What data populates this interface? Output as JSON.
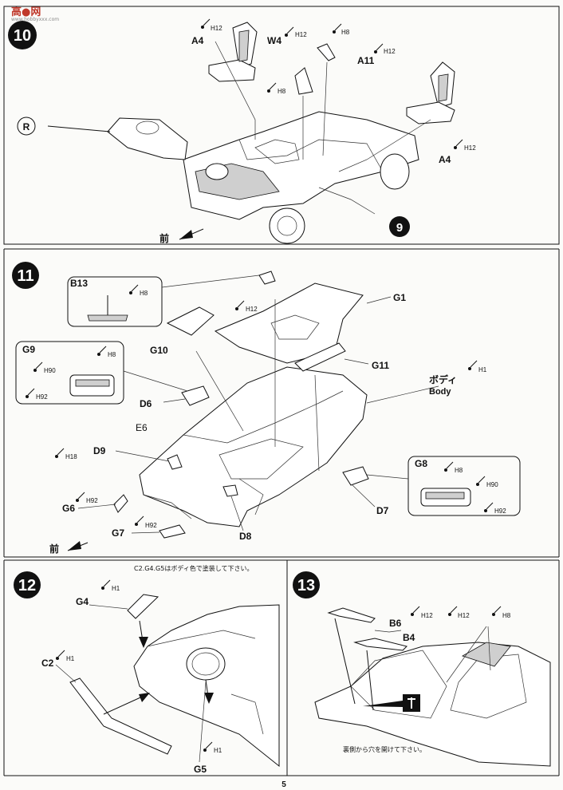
{
  "watermark": {
    "logo": "高●网",
    "url": "www.hobbyxxx.com"
  },
  "page_number": "5",
  "steps": [
    {
      "number": "10",
      "labels": {
        "a4_left": "A4",
        "w4": "W4",
        "a11": "A11",
        "a4_right": "A4",
        "r": "R",
        "nine": "9",
        "front": "前"
      },
      "paints": [
        "H12",
        "H12",
        "H8",
        "H12",
        "H8",
        "H12"
      ]
    },
    {
      "number": "11",
      "labels": {
        "b13": "B13",
        "g1": "G1",
        "g10": "G10",
        "g9": "G9",
        "g11": "G11",
        "body_jp": "ボディ",
        "body_en": "Body",
        "d6": "D6",
        "e6": "E6",
        "d9": "D9",
        "g8": "G8",
        "g6": "G6",
        "g7": "G7",
        "d8": "D8",
        "d7": "D7",
        "front": "前"
      },
      "paints": {
        "b13": "H8",
        "g1": "H12",
        "g9_1": "H8",
        "g9_2": "H90",
        "g9_3": "H92",
        "body": "H1",
        "d9": "H18",
        "g6": "H92",
        "g7": "H92",
        "g8_1": "H8",
        "g8_2": "H90",
        "g8_3": "H92"
      }
    },
    {
      "number": "12",
      "note": "C2.G4.G5はボディ色で塗装して下さい。",
      "labels": {
        "g4": "G4",
        "c2": "C2",
        "g5": "G5"
      },
      "paints": {
        "g4": "H1",
        "c2": "H1",
        "g5": "H1"
      }
    },
    {
      "number": "13",
      "note": "裏側から穴を開けて下さい。",
      "labels": {
        "b6": "B6",
        "b4": "B4"
      },
      "paints": {
        "b6_1": "H12",
        "b6_2": "H12",
        "b4": "H8"
      }
    }
  ]
}
